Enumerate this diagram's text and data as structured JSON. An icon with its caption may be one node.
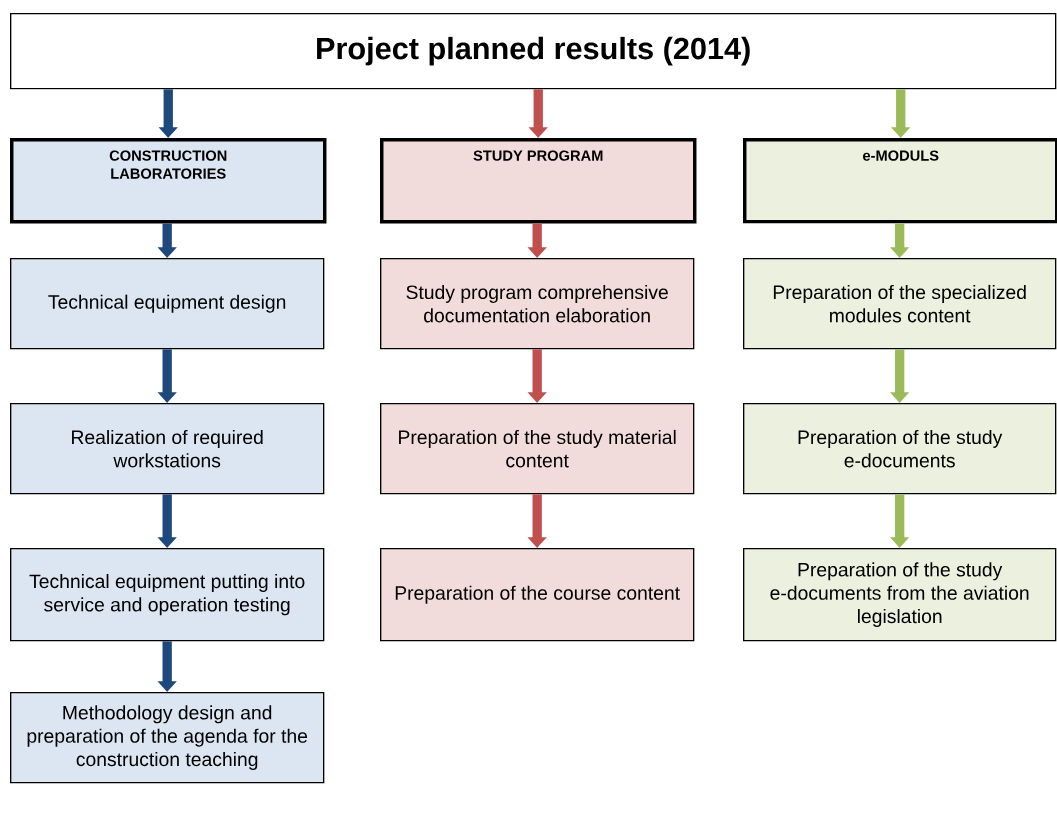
{
  "diagram": {
    "nodes": [
      {
        "text": [
          "Project planned results (2014)"
        ]
      },
      {
        "text": [
          "CONSTRUCTION LABORATORIES"
        ]
      },
      {
        "text": [
          "STUDY PROGRAM"
        ]
      },
      {
        "text": [
          "e-MODULS"
        ]
      },
      {
        "text": [
          "Technical equipment design"
        ]
      },
      {
        "text": [
          "Realization of required workstations"
        ]
      },
      {
        "text": [
          "Technical equipment putting into service and operation testing"
        ]
      },
      {
        "text": [
          "Methodology design and preparation of the agenda for the construction teaching"
        ]
      },
      {
        "text": [
          "Study program comprehensive documentation elaboration"
        ]
      },
      {
        "text": [
          "Preparation of the study material content"
        ]
      },
      {
        "text": [
          "Preparation of the course content"
        ]
      },
      {
        "text": [
          "Preparation of the specialized modules content"
        ]
      },
      {
        "text": [
          "Preparation of the study e-documents"
        ]
      },
      {
        "text": [
          "Preparation of the study e-documents from the aviation legislation"
        ]
      }
    ],
    "edges": [
      {
        "from": 0,
        "to": 1,
        "arrow": "to",
        "color": "#1f497d"
      },
      {
        "from": 0,
        "to": 2,
        "arrow": "to",
        "color": "#c0504d"
      },
      {
        "from": 0,
        "to": 3,
        "arrow": "to",
        "color": "#9bbb59"
      },
      {
        "from": 1,
        "to": 4,
        "arrow": "to",
        "color": "#1f497d"
      },
      {
        "from": 4,
        "to": 5,
        "arrow": "to",
        "color": "#1f497d"
      },
      {
        "from": 5,
        "to": 6,
        "arrow": "to",
        "color": "#1f497d"
      },
      {
        "from": 6,
        "to": 7,
        "arrow": "to",
        "color": "#1f497d"
      },
      {
        "from": 2,
        "to": 8,
        "arrow": "to",
        "color": "#c0504d"
      },
      {
        "from": 8,
        "to": 9,
        "arrow": "to",
        "color": "#c0504d"
      },
      {
        "from": 9,
        "to": 10,
        "arrow": "to",
        "color": "#c0504d"
      },
      {
        "from": 3,
        "to": 11,
        "arrow": "to",
        "color": "#9bbb59"
      },
      {
        "from": 11,
        "to": 12,
        "arrow": "to",
        "color": "#9bbb59"
      },
      {
        "from": 12,
        "to": 13,
        "arrow": "to",
        "color": "#9bbb59"
      }
    ]
  }
}
